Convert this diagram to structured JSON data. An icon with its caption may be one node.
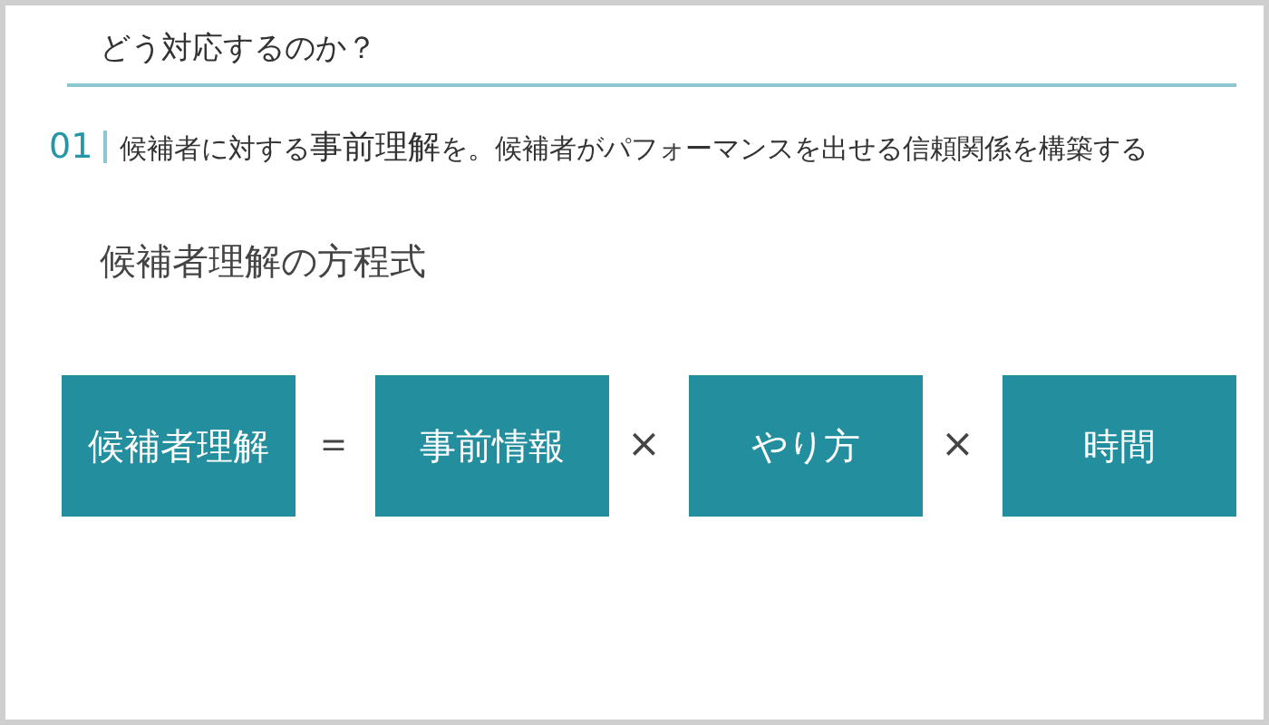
{
  "diagram": {
    "title": "どう対応するのか？",
    "nodes": [
      {
        "text": [
          "候補者理解"
        ]
      },
      {
        "text": [
          "事前情報"
        ]
      },
      {
        "text": [
          "やり方"
        ]
      },
      {
        "text": [
          "時間"
        ]
      }
    ],
    "labels": [
      "01",
      "候補者に対する**事前理解**を。候補者がパフォーマンスを出せる信頼関係を構築する",
      "候補者理解の方程式",
      "＝",
      "×",
      "×"
    ]
  }
}
